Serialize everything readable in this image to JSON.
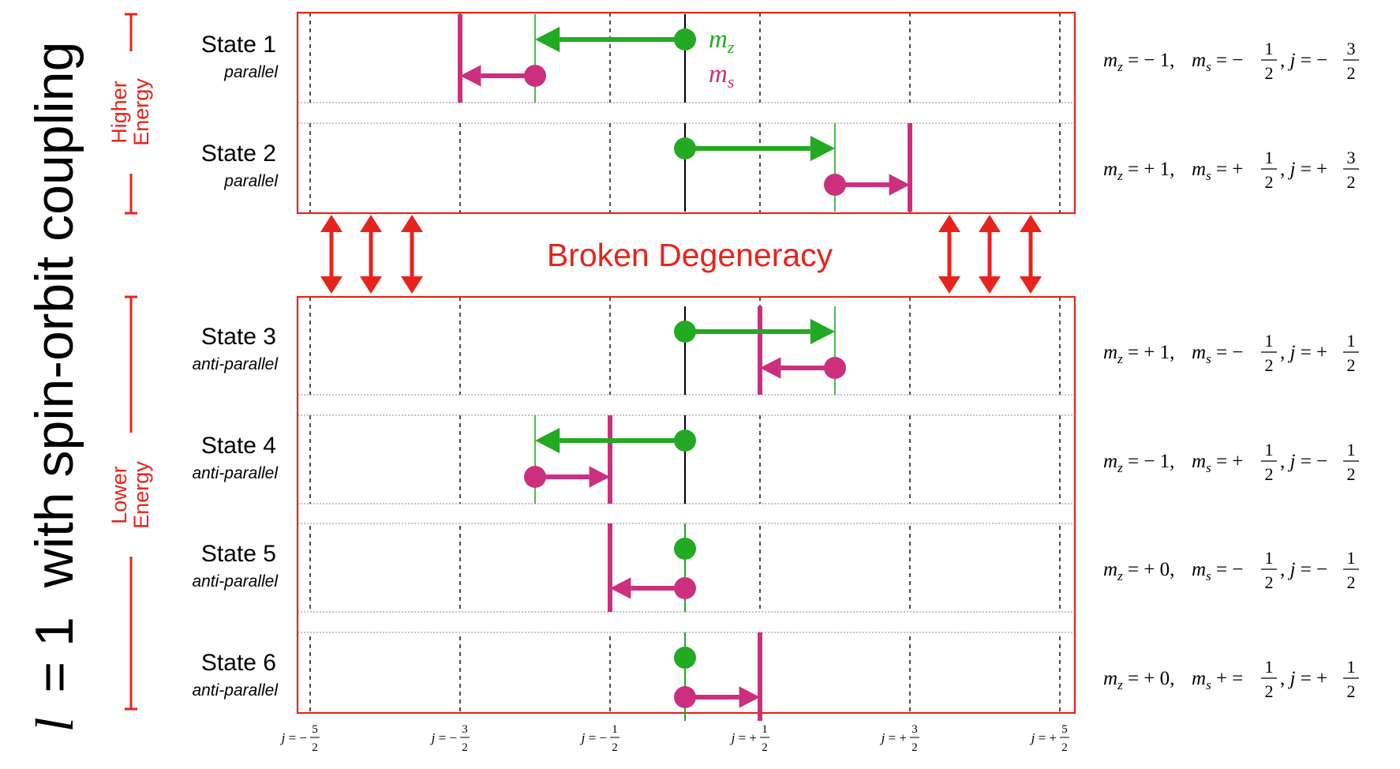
{
  "title": {
    "var": "l",
    "eq": "= 1",
    "rest": "with spin-orbit coupling"
  },
  "colors": {
    "accent": "#e8231b",
    "mz": "#22aa22",
    "ms": "#cc2f7e",
    "grid": "#000000"
  },
  "legend": {
    "mz": "m",
    "mz_sub": "z",
    "ms": "m",
    "ms_sub": "s"
  },
  "higher_energy": {
    "line1": "Higher",
    "line2": "Energy"
  },
  "lower_energy": {
    "line1": "Lower",
    "line2": "Energy"
  },
  "broken_degeneracy": "Broken Degeneracy",
  "j_ticks": [
    {
      "value": -2.5,
      "prefix": "j = −",
      "num": "5",
      "den": "2"
    },
    {
      "value": -1.5,
      "prefix": "j = −",
      "num": "3",
      "den": "2"
    },
    {
      "value": -0.5,
      "prefix": "j = −",
      "num": "1",
      "den": "2"
    },
    {
      "value": 0.5,
      "prefix": "j = +",
      "num": "1",
      "den": "2"
    },
    {
      "value": 1.5,
      "prefix": "j = +",
      "num": "3",
      "den": "2"
    },
    {
      "value": 2.5,
      "prefix": "j = +",
      "num": "5",
      "den": "2"
    }
  ],
  "states": [
    {
      "name": "State 1",
      "type": "parallel",
      "mz": -1,
      "ms": -0.5,
      "j": -1.5,
      "eq": {
        "mz": "m_z = − 1,",
        "ms_pre": "m_s = −",
        "ms_num": "1",
        "ms_den": "2",
        "j_pre": ",  j = −",
        "j_num": "3",
        "j_den": "2"
      }
    },
    {
      "name": "State 2",
      "type": "parallel",
      "mz": 1,
      "ms": 0.5,
      "j": 1.5,
      "eq": {
        "mz": "m_z = + 1,",
        "ms_pre": "m_s = +",
        "ms_num": "1",
        "ms_den": "2",
        "j_pre": ",  j = +",
        "j_num": "3",
        "j_den": "2"
      }
    },
    {
      "name": "State 3",
      "type": "anti-parallel",
      "mz": 1,
      "ms": -0.5,
      "j": 0.5,
      "eq": {
        "mz": "m_z = + 1,",
        "ms_pre": "m_s = −",
        "ms_num": "1",
        "ms_den": "2",
        "j_pre": ",  j = +",
        "j_num": "1",
        "j_den": "2"
      }
    },
    {
      "name": "State 4",
      "type": "anti-parallel",
      "mz": -1,
      "ms": 0.5,
      "j": -0.5,
      "eq": {
        "mz": "m_z = − 1,",
        "ms_pre": "m_s = +",
        "ms_num": "1",
        "ms_den": "2",
        "j_pre": ",  j = −",
        "j_num": "1",
        "j_den": "2"
      }
    },
    {
      "name": "State 5",
      "type": "anti-parallel",
      "mz": 0,
      "ms": -0.5,
      "j": -0.5,
      "eq": {
        "mz": "m_z = + 0,",
        "ms_pre": "m_s = −",
        "ms_num": "1",
        "ms_den": "2",
        "j_pre": ",  j = −",
        "j_num": "1",
        "j_den": "2"
      }
    },
    {
      "name": "State 6",
      "type": "anti-parallel",
      "mz": 0,
      "ms": 0.5,
      "j": 0.5,
      "eq": {
        "mz": "m_z = + 0,",
        "ms_pre": "m_s + =",
        "ms_num": "1",
        "ms_den": "2",
        "j_pre": ",  j = +",
        "j_num": "1",
        "j_den": "2"
      }
    }
  ]
}
